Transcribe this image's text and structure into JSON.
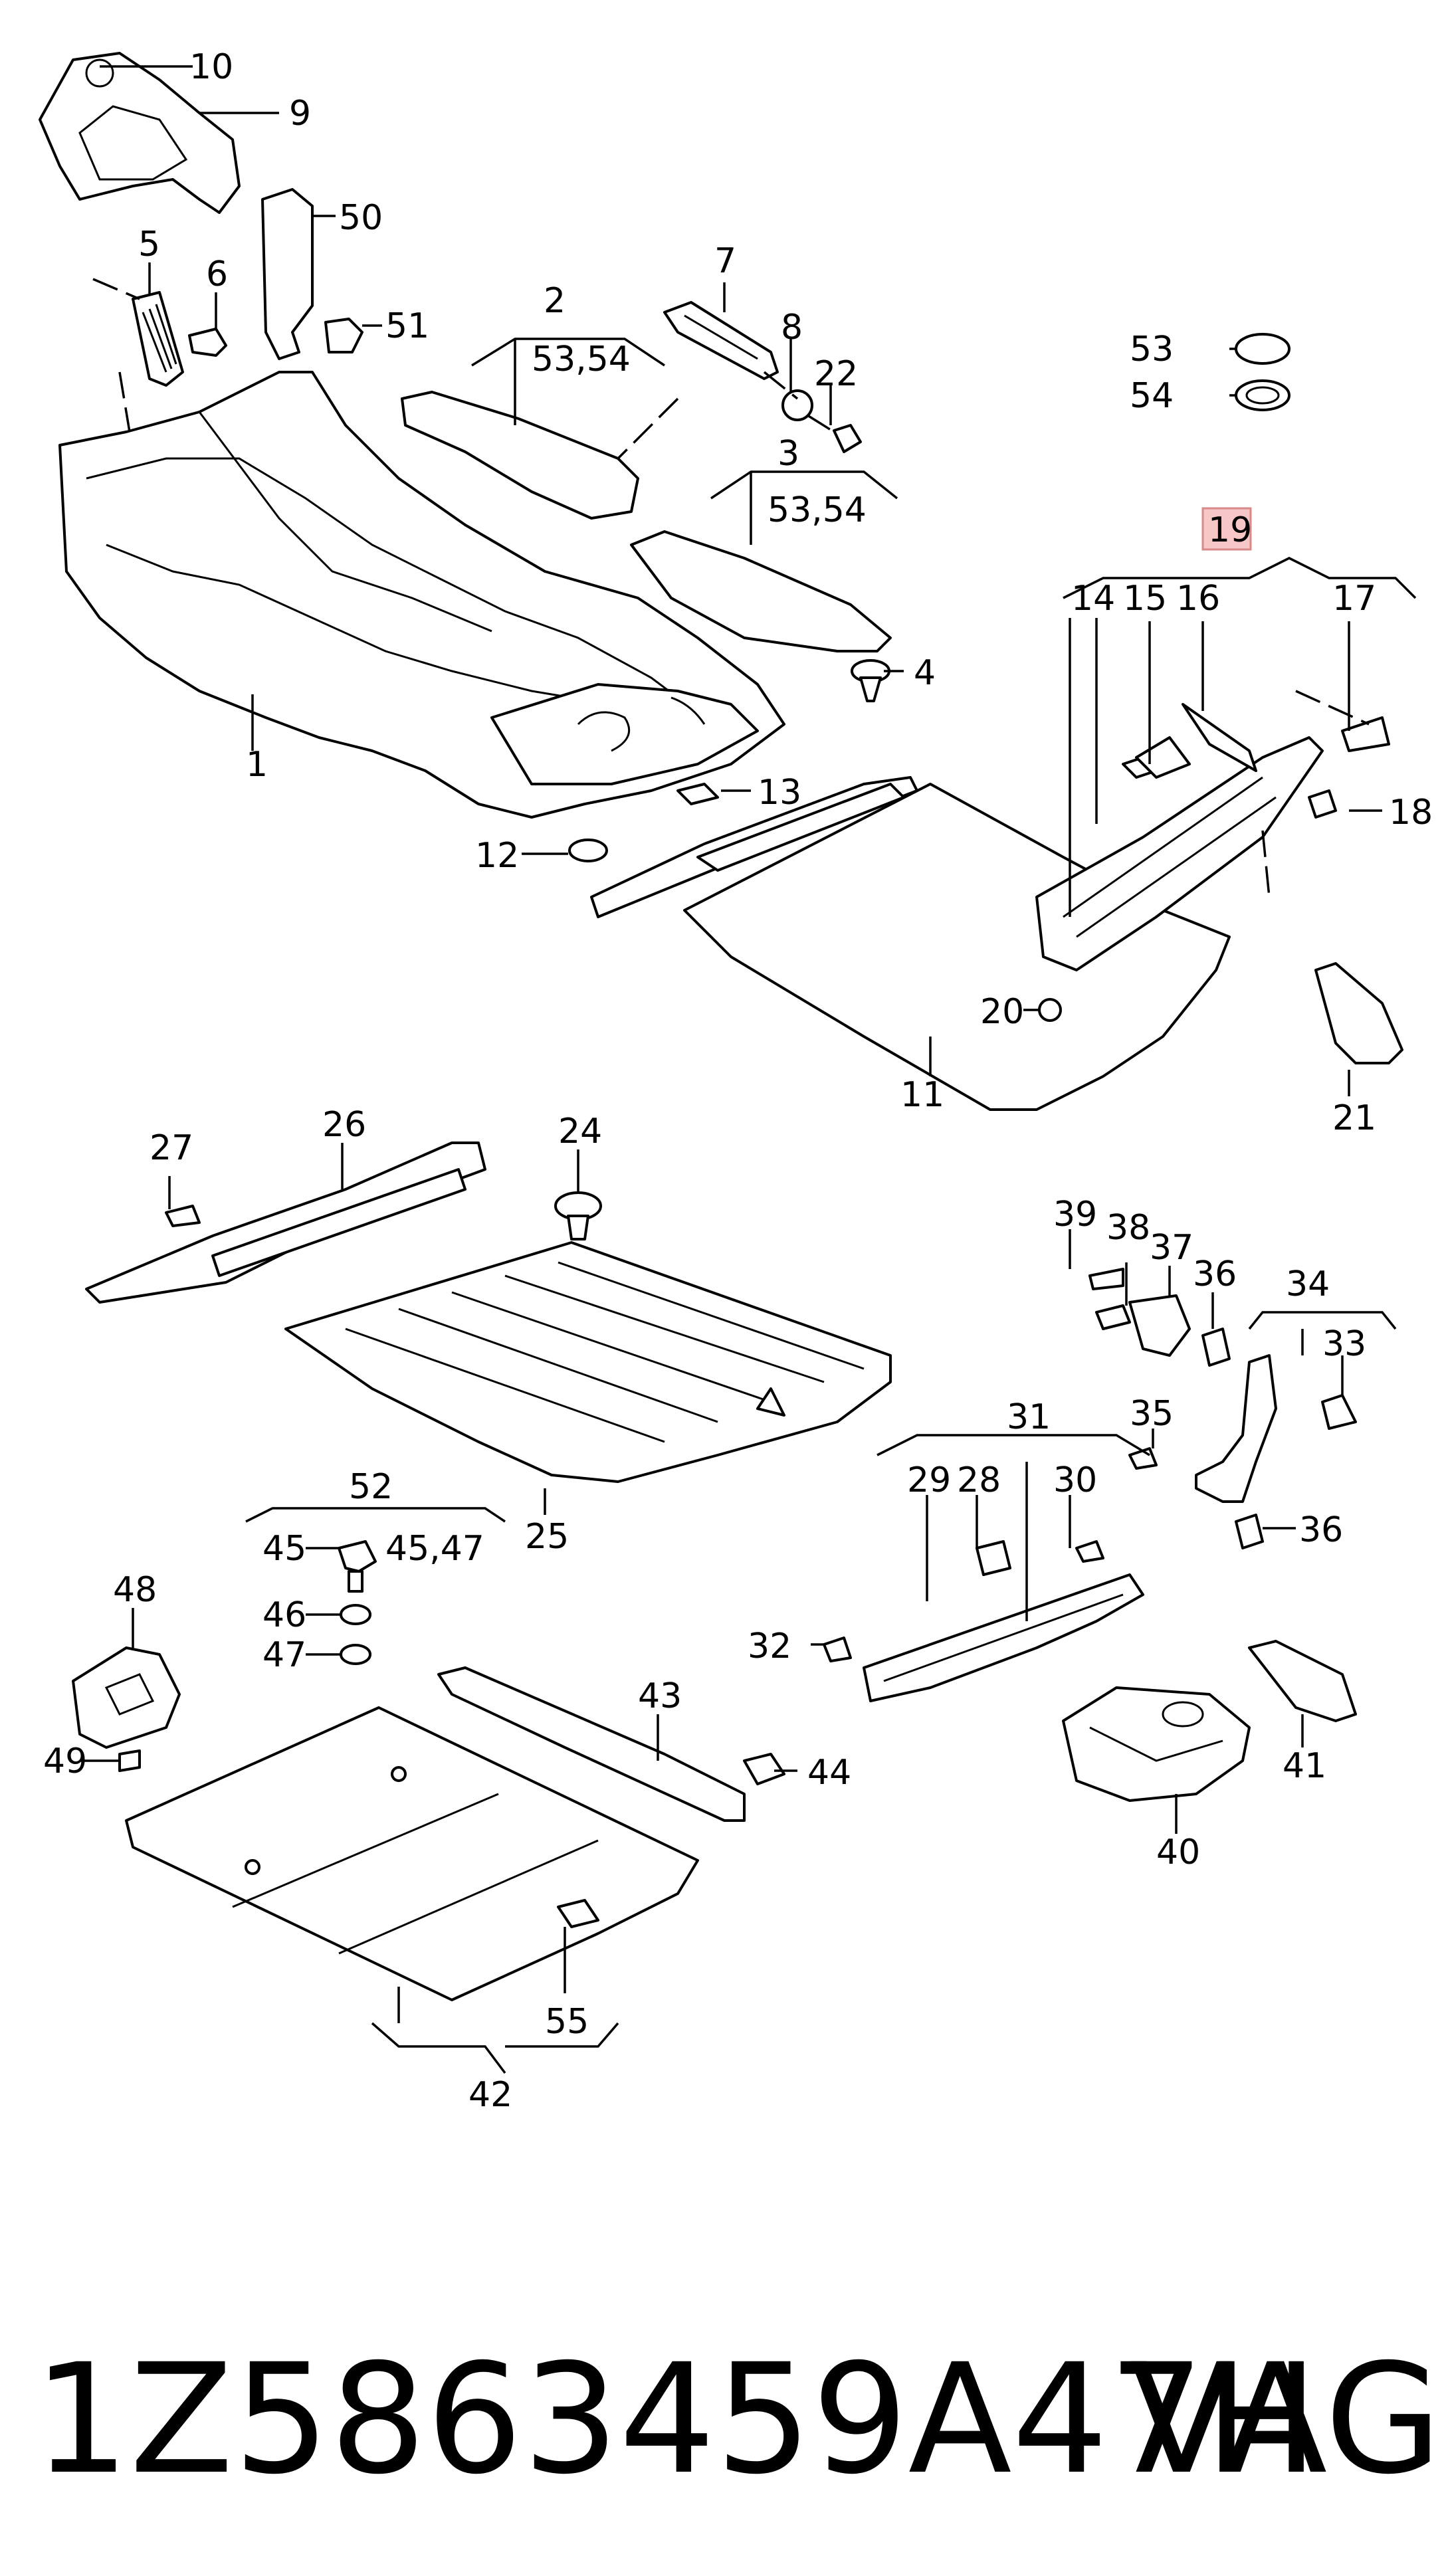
{
  "highlight_color": "#f7c7c7",
  "callouts": {
    "c1": "1",
    "c2": "2",
    "c2_sub": "53,54",
    "c3": "3",
    "c3_sub": "53,54",
    "c4": "4",
    "c5": "5",
    "c6": "6",
    "c7": "7",
    "c8": "8",
    "c9": "9",
    "c10": "10",
    "c11": "11",
    "c12": "12",
    "c13": "13",
    "c14": "14",
    "c15": "15",
    "c16": "16",
    "c17": "17",
    "c18": "18",
    "c19": "19",
    "c20": "20",
    "c21": "21",
    "c22": "22",
    "c24": "24",
    "c25": "25",
    "c26": "26",
    "c27": "27",
    "c28": "28",
    "c29": "29",
    "c30": "30",
    "c31": "31",
    "c32": "32",
    "c33": "33",
    "c34": "34",
    "c35": "35",
    "c36a": "36",
    "c36b": "36",
    "c37": "37",
    "c38": "38",
    "c39": "39",
    "c40": "40",
    "c41": "41",
    "c42": "42",
    "c43": "43",
    "c44": "44",
    "c45a": "45",
    "c45b": "45,47",
    "c46": "46",
    "c47": "47",
    "c48": "48",
    "c49": "49",
    "c50": "50",
    "c51": "51",
    "c52": "52",
    "c53": "53",
    "c54": "54",
    "c55": "55"
  },
  "footer": {
    "part_number": "1Z5863459A47H",
    "brand": "VAG"
  }
}
